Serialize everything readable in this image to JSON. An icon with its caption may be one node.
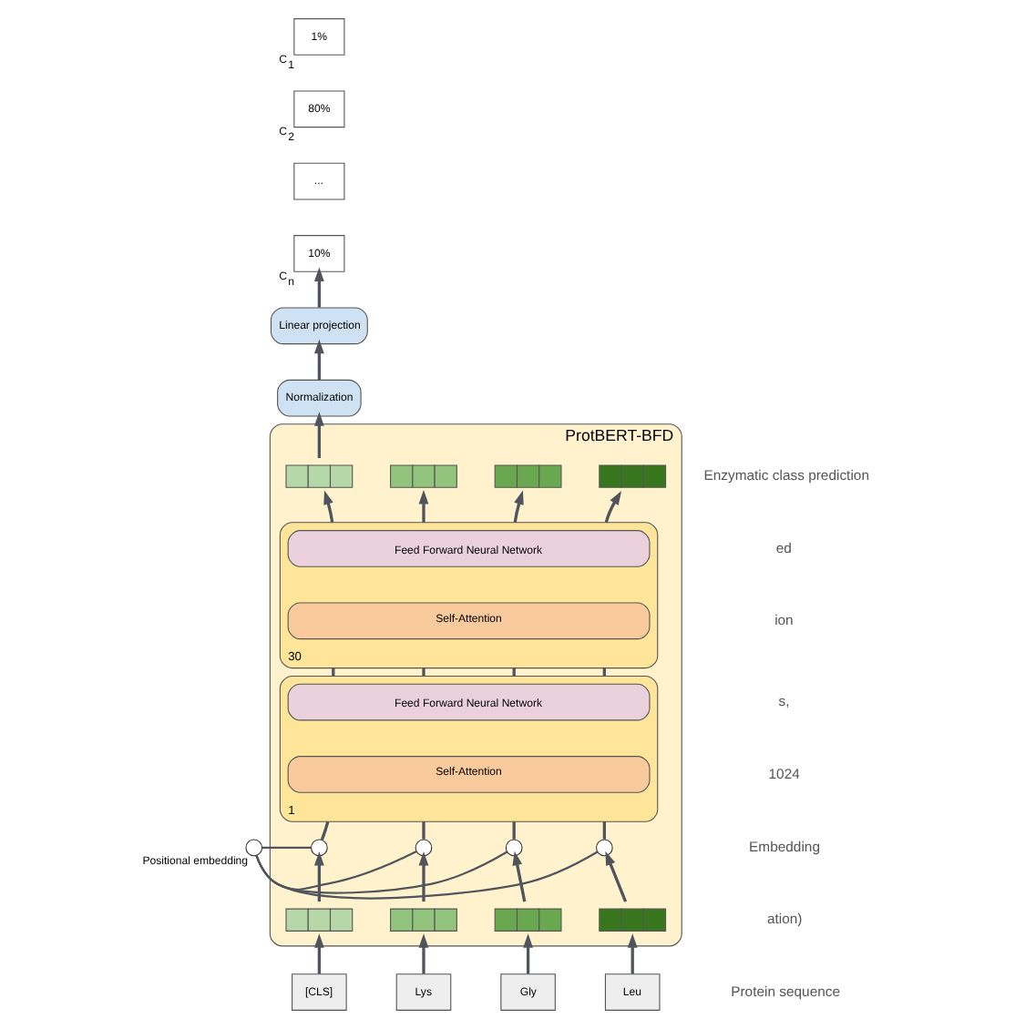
{
  "diagram": {
    "nodes": [
      {
        "text": [
          "ProtBERT-BFD"
        ]
      },
      {
        "text": [
          "30"
        ],
        "in": 0
      },
      {
        "text": [
          "Feed Forward Neural Network"
        ],
        "in": 1
      },
      {
        "text": [
          "Self-Attention"
        ],
        "in": 1
      },
      {
        "text": [
          "1"
        ],
        "in": 0
      },
      {
        "text": [
          "Feed Forward Neural Network"
        ],
        "in": 4
      },
      {
        "text": [
          "Self-Attention"
        ],
        "in": 4
      },
      {
        "text": [],
        "shape": "box",
        "in": 0
      },
      {
        "text": [],
        "shape": "box",
        "in": 0
      },
      {
        "text": [],
        "shape": "box",
        "in": 0
      },
      {
        "text": [],
        "shape": "box",
        "in": 0
      },
      {
        "text": [],
        "shape": "box",
        "in": 0
      },
      {
        "text": [],
        "shape": "box",
        "in": 0
      },
      {
        "text": [],
        "shape": "box",
        "in": 0
      },
      {
        "text": [],
        "shape": "box",
        "in": 0
      },
      {
        "text": [],
        "shape": "circle",
        "in": 0
      },
      {
        "text": [],
        "shape": "circle",
        "in": 0
      },
      {
        "text": [],
        "shape": "circle",
        "in": 0
      },
      {
        "text": [],
        "shape": "circle",
        "in": 0
      },
      {
        "text": [],
        "shape": "circle",
        "beside": [
          "Positional embedding"
        ]
      },
      {
        "text": [
          "[CLS]"
        ]
      },
      {
        "text": [
          "Lys"
        ]
      },
      {
        "text": [
          "Gly"
        ]
      },
      {
        "text": [
          "Leu"
        ]
      },
      {
        "text": [
          "Normalization"
        ]
      },
      {
        "text": [
          "Linear projection"
        ]
      },
      {
        "text": [
          "1%"
        ],
        "beside": [
          "C$_{1}$"
        ]
      },
      {
        "text": [
          "80%"
        ],
        "beside": [
          "C$_{2}$"
        ]
      },
      {
        "text": [
          "..."
        ]
      },
      {
        "text": [
          "10%"
        ],
        "beside": [
          "C$_{n}$"
        ]
      }
    ],
    "edges": [
      {
        "from": 20,
        "to": 11,
        "arrow": "to"
      },
      {
        "from": 21,
        "to": 12,
        "arrow": "to"
      },
      {
        "from": 22,
        "to": 13,
        "arrow": "to"
      },
      {
        "from": 23,
        "to": 14,
        "arrow": "to"
      },
      {
        "from": 11,
        "to": 15,
        "arrow": "to"
      },
      {
        "from": 12,
        "to": 16,
        "arrow": "to"
      },
      {
        "from": 13,
        "to": 17,
        "arrow": "to"
      },
      {
        "from": 14,
        "to": 18,
        "arrow": "to"
      },
      {
        "from": 19,
        "to": 15,
        "arrow": "none"
      },
      {
        "from": 19,
        "to": 16,
        "arrow": "none"
      },
      {
        "from": 19,
        "to": 17,
        "arrow": "none"
      },
      {
        "from": 19,
        "to": 18,
        "arrow": "none"
      },
      {
        "from": 15,
        "to": 4,
        "arrow": "none"
      },
      {
        "from": 16,
        "to": 4,
        "arrow": "none"
      },
      {
        "from": 17,
        "to": 4,
        "arrow": "none"
      },
      {
        "from": 18,
        "to": 4,
        "arrow": "none"
      },
      {
        "from": 4,
        "to": 1,
        "arrow": "none"
      },
      {
        "from": 4,
        "to": 1,
        "arrow": "none"
      },
      {
        "from": 4,
        "to": 1,
        "arrow": "none"
      },
      {
        "from": 4,
        "to": 1,
        "arrow": "none"
      },
      {
        "from": 1,
        "to": 7,
        "arrow": "to"
      },
      {
        "from": 1,
        "to": 8,
        "arrow": "to"
      },
      {
        "from": 1,
        "to": 9,
        "arrow": "to"
      },
      {
        "from": 1,
        "to": 10,
        "arrow": "to"
      },
      {
        "from": 7,
        "to": 24,
        "arrow": "to"
      },
      {
        "from": 24,
        "to": 25,
        "arrow": "to"
      },
      {
        "from": 25,
        "to": 29,
        "arrow": "to"
      }
    ],
    "labels": [
      "Enzymatic class prediction",
      "ed",
      "ion",
      "s,",
      "1024",
      "Embedding",
      "ation)",
      "Protein sequence"
    ]
  }
}
